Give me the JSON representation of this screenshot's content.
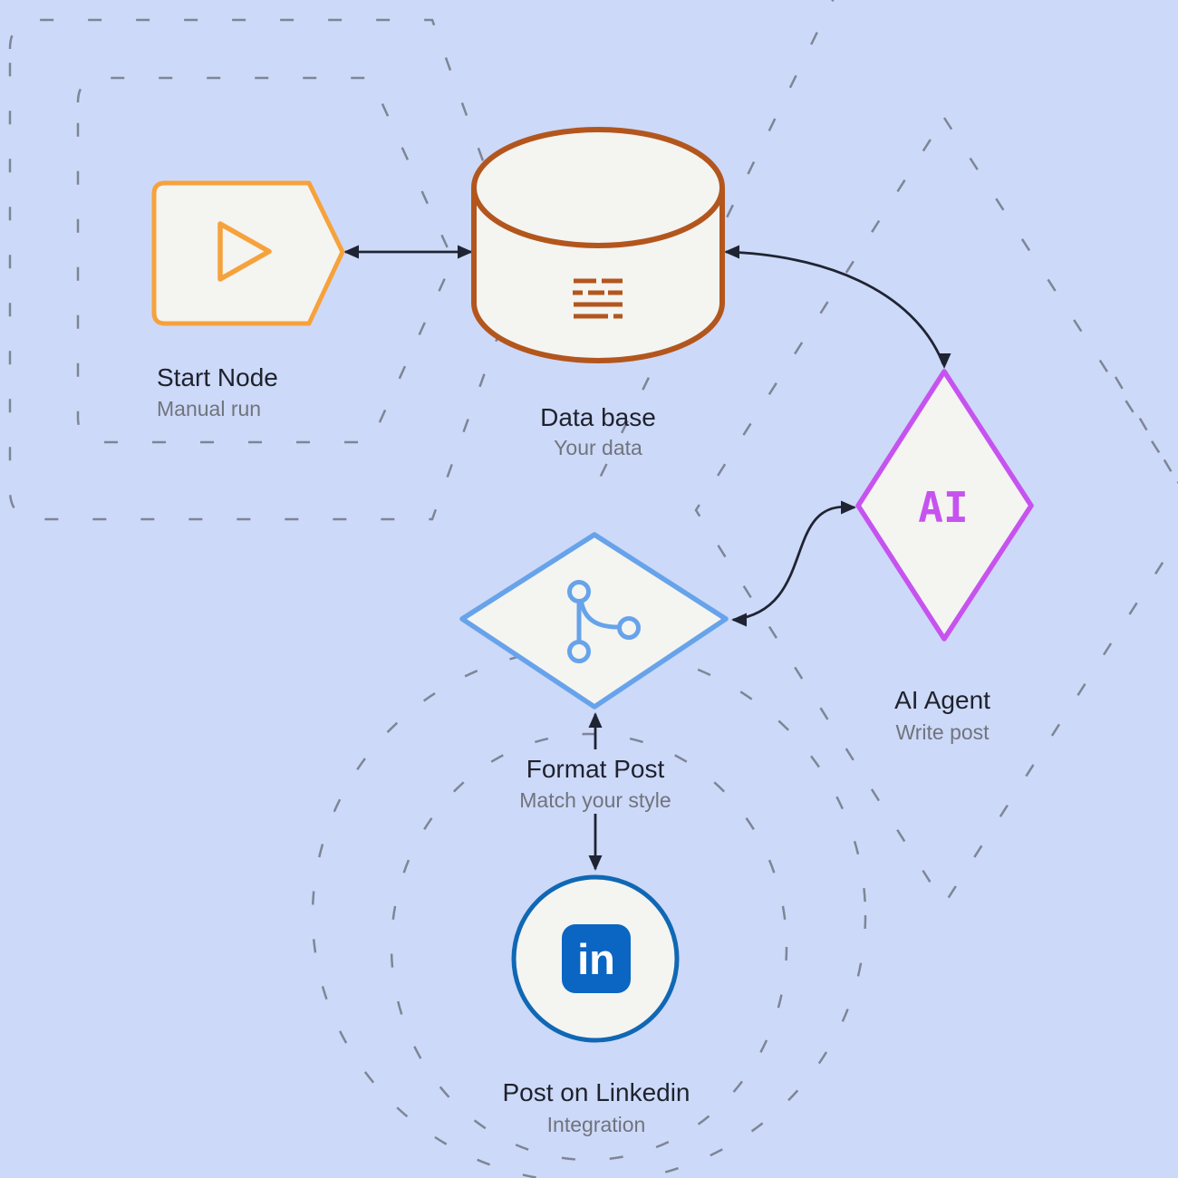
{
  "canvas": {
    "background": "#cdd9f8",
    "node_fill": "#f4f4f1",
    "connector_color": "#1f2433",
    "decoration_dash_color": "#757b8c",
    "label_color": "#1e222d",
    "sublabel_color": "#70747e"
  },
  "workflow": {
    "nodes": [
      {
        "id": "start",
        "label": "Start Node",
        "sublabel": "Manual run",
        "shape": "pentagon",
        "accent": "#f6a23c",
        "icon": "play-icon"
      },
      {
        "id": "database",
        "label": "Data base",
        "sublabel": "Your data",
        "shape": "cylinder",
        "accent": "#b3561d",
        "icon": "database-table-icon"
      },
      {
        "id": "ai-agent",
        "label": "AI Agent",
        "sublabel": "Write post",
        "shape": "diamond",
        "accent": "#c653ef",
        "icon_text": "AI"
      },
      {
        "id": "format-post",
        "label": "Format Post",
        "sublabel": "Match your style",
        "shape": "diamond",
        "accent": "#67a3ea",
        "icon": "git-branch-icon"
      },
      {
        "id": "post-linkedin",
        "label": "Post on Linkedin",
        "sublabel": "Integration",
        "shape": "circle",
        "accent": "#1068b4",
        "icon": "linkedin-icon",
        "logo_text": "in",
        "logo_color": "#0a66c2"
      }
    ],
    "connections": [
      {
        "from": "start",
        "to": "database",
        "style": "straight-horizontal",
        "arrows": "both-ends"
      },
      {
        "from": "database",
        "to": "ai-agent",
        "style": "curved",
        "arrows": "both-ends"
      },
      {
        "from": "ai-agent",
        "to": "format-post",
        "style": "s-curve",
        "arrows": "both-ends"
      },
      {
        "from": "format-post",
        "to": "post-linkedin",
        "style": "straight-vertical",
        "arrows": "both-ends"
      }
    ]
  }
}
